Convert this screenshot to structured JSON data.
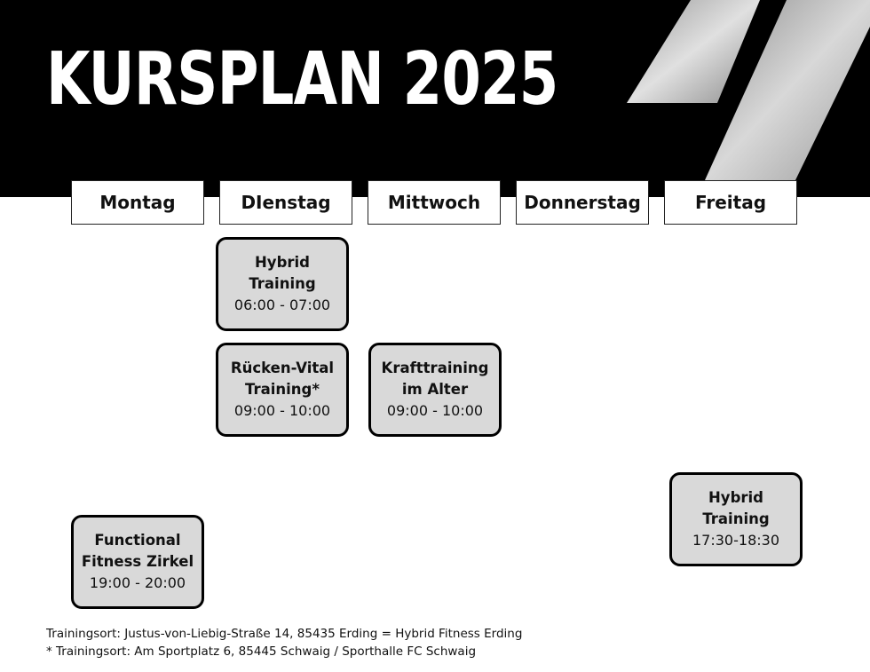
{
  "header": {
    "title": "KURSPLAN 2025",
    "background_color": "#000000",
    "title_color": "#ffffff"
  },
  "days": [
    "Montag",
    "DIenstag",
    "Mittwoch",
    "Donnerstag",
    "Freitag"
  ],
  "courses": [
    {
      "day": "DIenstag",
      "name_line1": "Hybrid",
      "name_line2": "Training",
      "time": "06:00 - 07:00"
    },
    {
      "day": "DIenstag",
      "name_line1": "Rücken-Vital",
      "name_line2": "Training*",
      "time": "09:00 - 10:00"
    },
    {
      "day": "Mittwoch",
      "name_line1": "Krafttraining",
      "name_line2": "im Alter",
      "time": "09:00 - 10:00"
    },
    {
      "day": "Freitag",
      "name_line1": "Hybrid",
      "name_line2": "Training",
      "time": "17:30-18:30"
    },
    {
      "day": "Montag",
      "name_line1": "Functional",
      "name_line2": "Fitness Zirkel",
      "time": "19:00 - 20:00"
    }
  ],
  "footer": {
    "line1": "Trainingsort: Justus-von-Liebig-Straße 14, 85435 Erding = Hybrid Fitness Erding",
    "line2": "* Trainingsort: Am Sportplatz 6, 85445 Schwaig / Sporthalle FC Schwaig"
  },
  "colors": {
    "course_card_bg": "#d9d9d9",
    "course_card_border": "#000000"
  }
}
